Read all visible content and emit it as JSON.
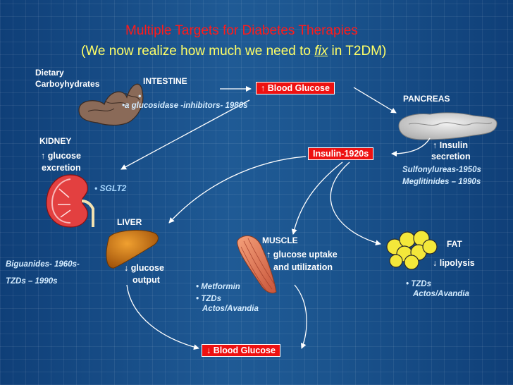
{
  "title": {
    "line1": "Multiple Targets for Diabetes Therapies",
    "line2_pre": "(We now realize how much we need to ",
    "line2_fix": "fix",
    "line2_post": " in T2DM)"
  },
  "intestine": {
    "dietary1": "Dietary",
    "dietary2": "Carboyhydrates",
    "label": "INTESTINE",
    "bullet": "•",
    "drug": "•a glucosidase -inhibitors- 1980s"
  },
  "blood_glucose_top": "↑ Blood Glucose",
  "pancreas": {
    "label": "PANCREAS",
    "effect1": "↑ Insulin",
    "effect2": "secretion",
    "drug1": "Sulfonylureas-1950s",
    "drug2": "Meglitinides – 1990s"
  },
  "insulin_box": "Insulin-1920s",
  "kidney": {
    "label": "KIDNEY",
    "effect1": "↑ glucose",
    "effect2": "excretion",
    "drug": "• SGLT2"
  },
  "liver": {
    "label": "LIVER",
    "drug1": "Biguanides- 1960s-",
    "drug2": "TZDs – 1990s",
    "effect1": "↓ glucose",
    "effect2": "output"
  },
  "muscle": {
    "label": "MUSCLE",
    "effect1": "↑ glucose uptake",
    "effect2": "and utilization",
    "drug1": "• Metformin",
    "drug2": "• TZDs",
    "drug3": "Actos/Avandia"
  },
  "fat": {
    "label": "FAT",
    "effect": "↓ lipolysis",
    "drug1": "• TZDs",
    "drug2": "Actos/Avandia"
  },
  "blood_glucose_bottom": "↓ Blood Glucose",
  "colors": {
    "title_red": "#ff1a1a",
    "subtitle_yellow": "#ffff66",
    "box_red": "#ee1111",
    "background_blue": "#1a4f87"
  }
}
